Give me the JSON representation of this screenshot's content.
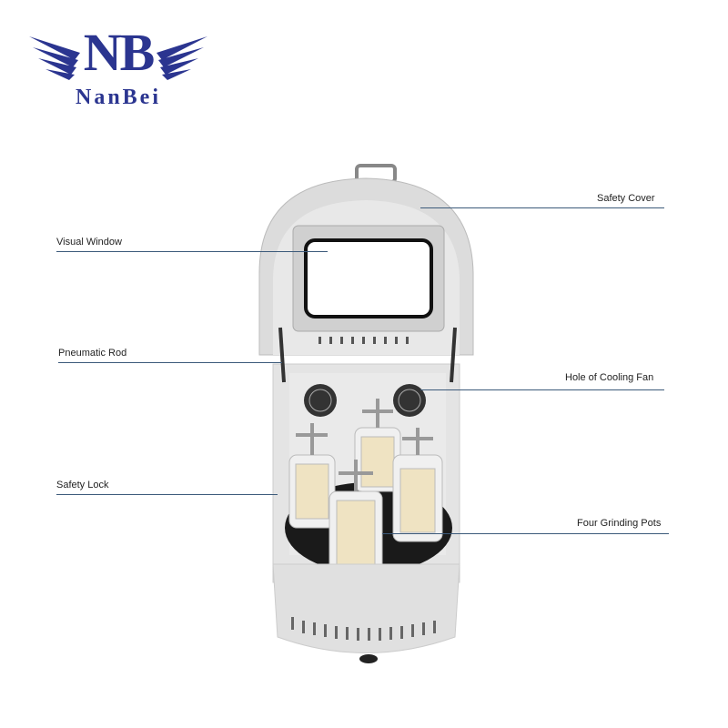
{
  "logo": {
    "mark": "NB",
    "name": "NanBei",
    "color": "#2b3590"
  },
  "labels": {
    "safety_cover": "Safety Cover",
    "visual_window": "Visual Window",
    "pneumatic_rod": "Pneumatic Rod",
    "cooling_fan": "Hole of Cooling Fan",
    "safety_lock": "Safety Lock",
    "grinding_pots": "Four Grinding Pots"
  }
}
